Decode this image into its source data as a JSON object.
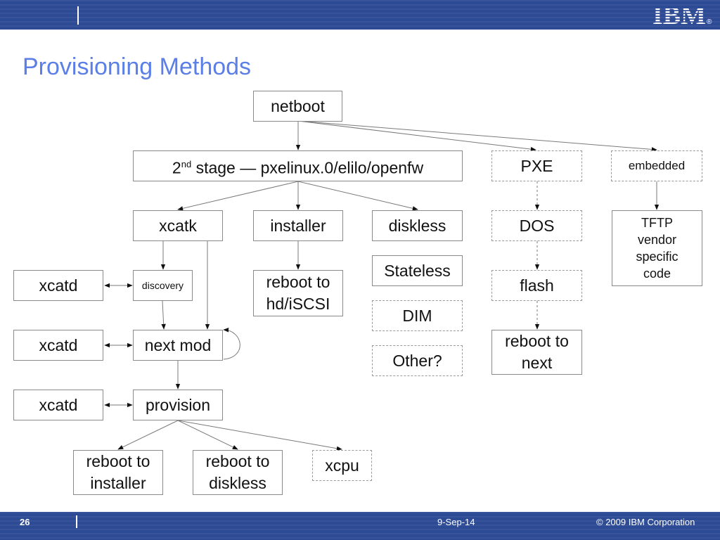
{
  "slide": {
    "title": "Provisioning Methods",
    "page_number": "26",
    "date": "9-Sep-14",
    "copyright": "© 2009 IBM Corporation",
    "logo": "IBM",
    "logo_mark": "®",
    "colors": {
      "bar": "#2d4a94",
      "title": "#5b7fe6",
      "border": "#8a8a8a"
    }
  },
  "nodes": {
    "netboot": "netboot",
    "stage2_base": "2",
    "stage2_sup": "nd",
    "stage2_rest": " stage — pxelinux.0/elilo/openfw",
    "pxe": "PXE",
    "embedded": "embedded",
    "xcatk": "xcatk",
    "installer": "installer",
    "diskless": "diskless",
    "dos": "DOS",
    "tftp_line1": "TFTP",
    "tftp_line2": "vendor",
    "tftp_line3": "specific",
    "tftp_line4": "code",
    "xcatd_1": "xcatd",
    "discovery": "discovery",
    "reboot_hd_line1": "reboot to",
    "reboot_hd_line2": "hd/iSCSI",
    "stateless": "Stateless",
    "flash": "flash",
    "xcatd_2": "xcatd",
    "next_mod": "next mod",
    "dim": "DIM",
    "reboot_next_line1": "reboot to",
    "reboot_next_line2": "next",
    "other": "Other?",
    "xcatd_3": "xcatd",
    "provision": "provision",
    "reboot_installer_line1": "reboot to",
    "reboot_installer_line2": "installer",
    "reboot_diskless_line1": "reboot to",
    "reboot_diskless_line2": "diskless",
    "xcpu": "xcpu"
  }
}
